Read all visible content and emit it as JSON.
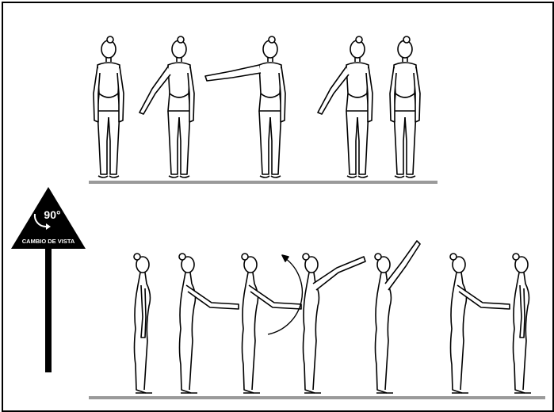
{
  "sign": {
    "angle": "90°",
    "caption": "CAMBIO DE VISTA"
  },
  "figures": {
    "front_row": [
      {
        "label": "front-figure-arms-down",
        "arm": "down"
      },
      {
        "label": "front-figure-arm-low-left",
        "arm": "low-left"
      },
      {
        "label": "front-figure-arm-side-left",
        "arm": "side-left"
      },
      {
        "label": "front-figure-arm-low-left-2",
        "arm": "low-left"
      },
      {
        "label": "front-figure-arms-down-2",
        "arm": "down"
      }
    ],
    "side_row": [
      {
        "label": "side-figure-arms-down",
        "arm": "down"
      },
      {
        "label": "side-figure-arm-forward",
        "arm": "forward"
      },
      {
        "label": "side-figure-arm-circle",
        "arm": "forward-circle"
      },
      {
        "label": "side-figure-arm-raised",
        "arm": "raised"
      },
      {
        "label": "side-figure-arm-up-lean",
        "arm": "up"
      },
      {
        "label": "side-figure-arm-forward-2",
        "arm": "forward"
      },
      {
        "label": "side-figure-arms-down-2",
        "arm": "down"
      }
    ]
  },
  "colors": {
    "ink": "#000000",
    "ground": "#9a9a9a"
  }
}
